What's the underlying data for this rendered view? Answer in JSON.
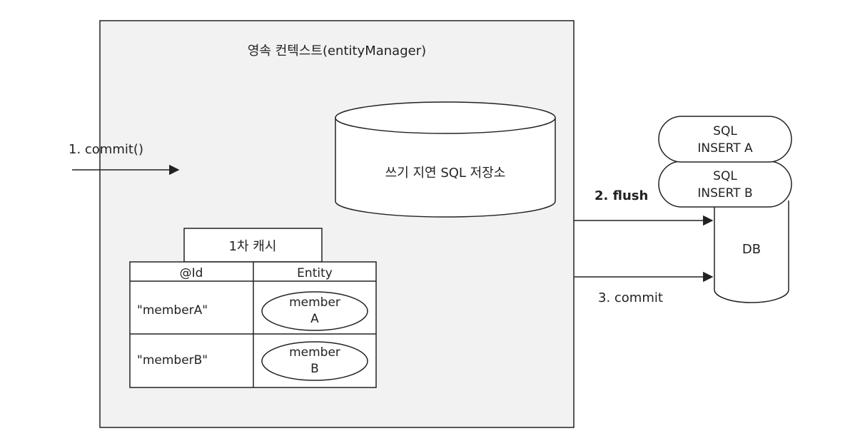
{
  "persistence_context": {
    "title": "영속 컨텍스트(entityManager)",
    "write_behind_store": "쓰기 지연 SQL 저장소",
    "first_level_cache": {
      "title": "1차 캐시",
      "columns": [
        "@Id",
        "Entity"
      ],
      "rows": [
        {
          "id": "\"memberA\"",
          "entity_line1": "member",
          "entity_line2": "A"
        },
        {
          "id": "\"memberB\"",
          "entity_line1": "member",
          "entity_line2": "B"
        }
      ]
    }
  },
  "steps": {
    "commit_call": "1. commit()",
    "flush": "2. flush",
    "commit": "3. commit"
  },
  "sql_queue": [
    {
      "line1": "SQL",
      "line2": "INSERT A"
    },
    {
      "line1": "SQL",
      "line2": "INSERT B"
    }
  ],
  "database": {
    "label": "DB"
  },
  "colors": {
    "context_fill": "#f2f2f2",
    "stroke": "#222222"
  }
}
